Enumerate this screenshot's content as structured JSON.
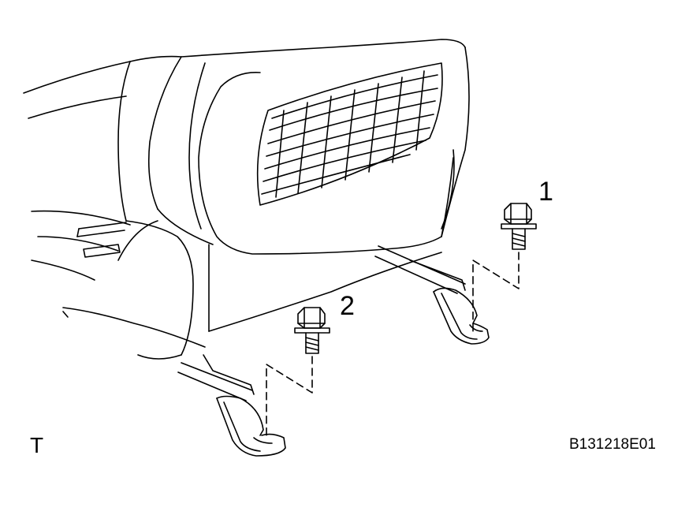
{
  "callouts": {
    "one": "1",
    "two": "2"
  },
  "corner_mark": "T",
  "figure_code": "B131218E01",
  "colors": {
    "line": "#000000",
    "background": "#ffffff"
  }
}
